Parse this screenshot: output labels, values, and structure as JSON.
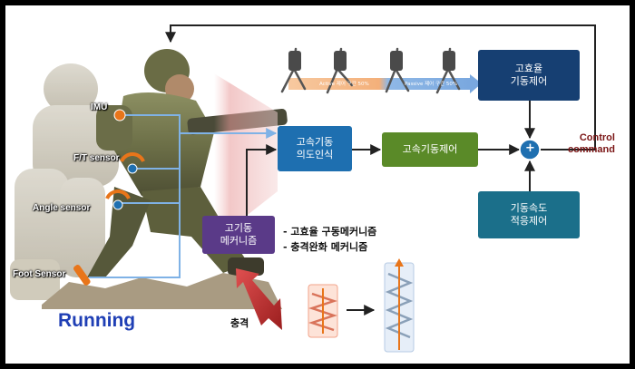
{
  "sensors": {
    "imu": "IMU",
    "ft": "F/T sensor",
    "angle": "Angle sensor",
    "foot": "Foot Sensor"
  },
  "running_label": "Running",
  "gait_strip": {
    "active_label": "Active 제어 구간 50%",
    "passive_label": "Passive 제어 구간 50%"
  },
  "boxes": {
    "recognition": "고속기동\n의도인식",
    "high_speed_control": "고속기동제어",
    "high_efficiency_control": "고효율\n기동제어",
    "speed_adaptive_control": "기동속도\n적응제어",
    "mechanism": "고기동\n메커니즘"
  },
  "mechanism_bullets": [
    "- 고효율 구동메커니즘",
    "- 충격완화 메커니즘"
  ],
  "impact_label": "충격",
  "control_command": [
    "Control",
    "command"
  ],
  "summing_symbol": "+",
  "colors": {
    "blue_box": "#1e6fb0",
    "green_box": "#5a8a28",
    "navy_box": "#163f72",
    "teal_box": "#1b6f8a",
    "purple_box": "#5a3a88",
    "sensor_marker": "#e8751a",
    "running_text": "#1f3fb5",
    "control_text": "#7a1414"
  }
}
